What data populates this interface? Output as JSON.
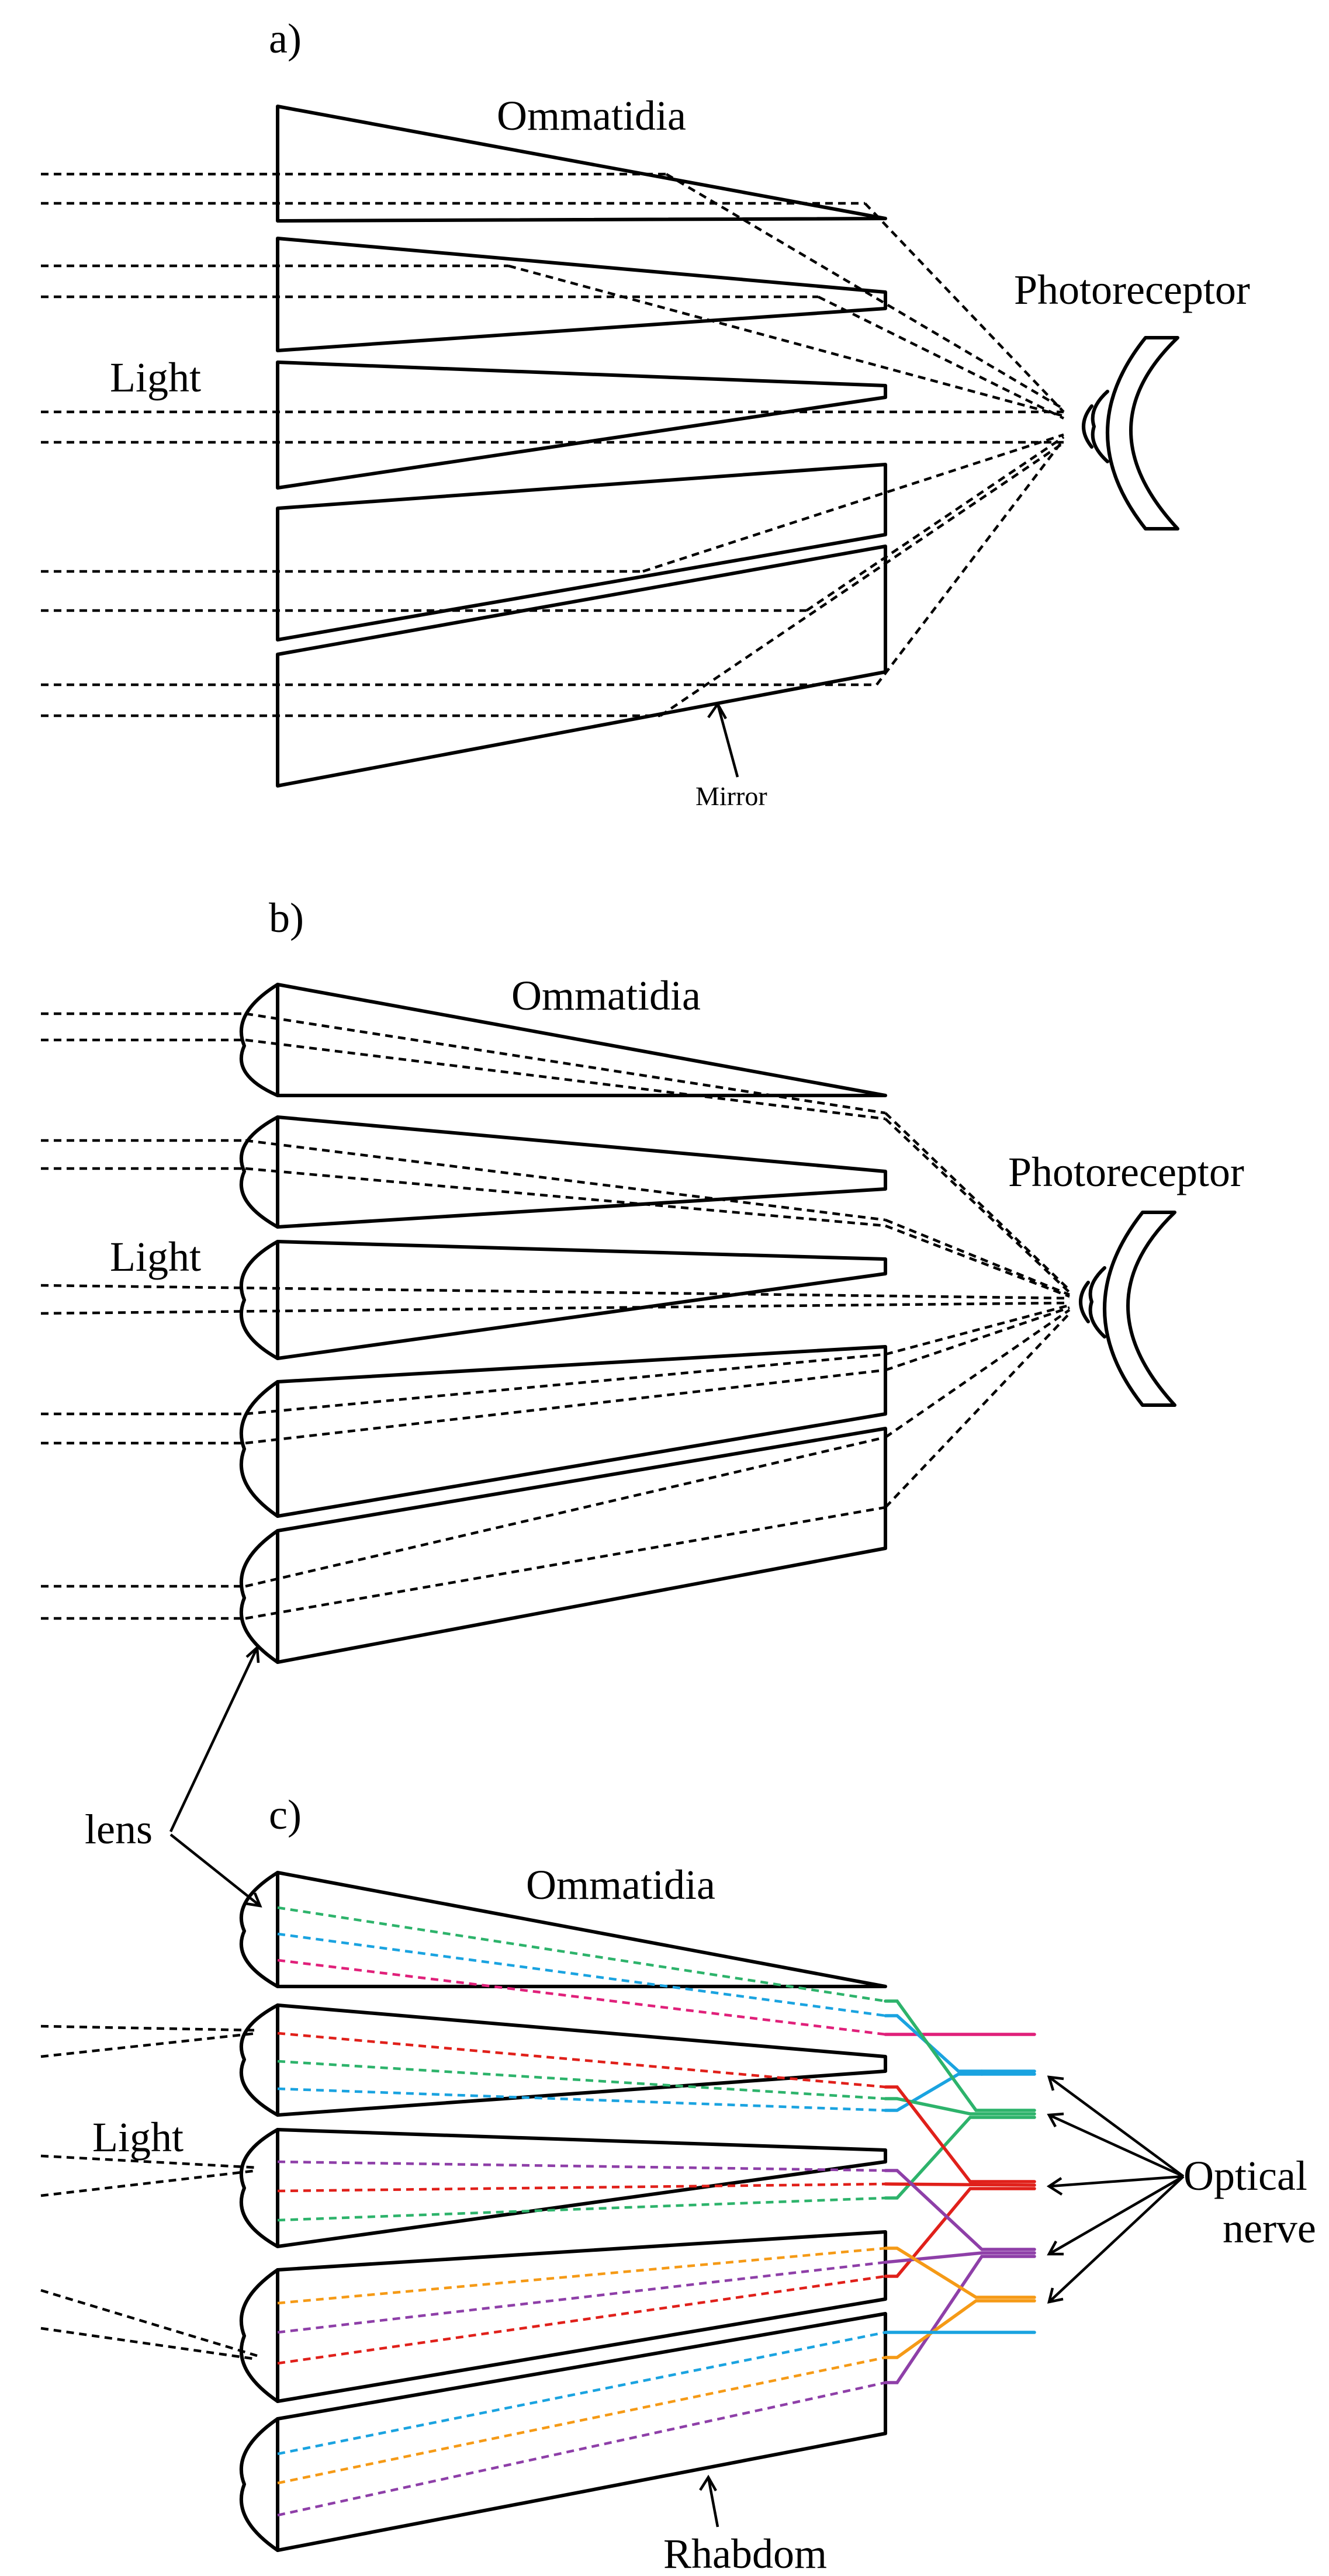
{
  "panels": {
    "a": {
      "label": "a)",
      "ommatidia": "Ommatidia",
      "photoreceptor": "Photoreceptor",
      "light": "Light",
      "mirror": "Mirror"
    },
    "b": {
      "label": "b)",
      "ommatidia": "Ommatidia",
      "photoreceptor": "Photoreceptor",
      "light": "Light",
      "lens": "lens"
    },
    "c": {
      "label": "c)",
      "ommatidia": "Ommatidia",
      "light": "Light",
      "optical_nerve_line1": "Optical",
      "optical_nerve_line2": "nerve",
      "rhabdom": "Rhabdom"
    }
  },
  "colors": {
    "green": "#2db36b",
    "cyan": "#1aa3e0",
    "magenta": "#e0207a",
    "red": "#e0201a",
    "purple": "#8e3fa8",
    "orange": "#f59a16"
  }
}
